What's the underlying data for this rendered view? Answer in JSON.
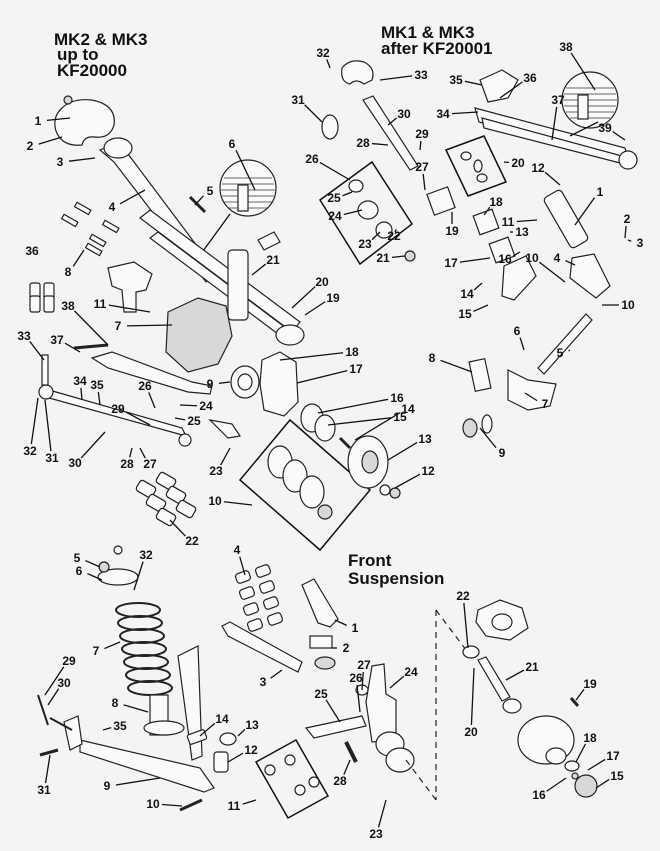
{
  "headings": {
    "rear_left": [
      "MK2 & MK3",
      "up to",
      "KF20000"
    ],
    "rear_right": [
      "MK1 & MK3",
      "after KF20001"
    ],
    "front": [
      "Front",
      "Suspension"
    ]
  },
  "sections": [
    {
      "id": "rear-mk2-mk3-up-to-kf20000",
      "labels": [
        "1",
        "2",
        "3",
        "4",
        "5",
        "6",
        "7",
        "8",
        "9",
        "10",
        "11",
        "12",
        "13",
        "14",
        "15",
        "16",
        "17",
        "18",
        "19",
        "20",
        "21",
        "22",
        "23",
        "24",
        "25",
        "26",
        "27",
        "28",
        "29",
        "30",
        "31",
        "32",
        "33",
        "34",
        "35",
        "36",
        "37",
        "38"
      ]
    },
    {
      "id": "rear-mk1-mk3-after-kf20001",
      "labels": [
        "1",
        "2",
        "3",
        "4",
        "5",
        "6",
        "7",
        "8",
        "9",
        "10",
        "10",
        "11",
        "12",
        "13",
        "14",
        "15",
        "16",
        "17",
        "18",
        "19",
        "20",
        "21",
        "22",
        "23",
        "24",
        "25",
        "26",
        "27",
        "28",
        "29",
        "30",
        "31",
        "32",
        "33",
        "34",
        "35",
        "36",
        "37",
        "38",
        "39"
      ]
    },
    {
      "id": "front-suspension",
      "labels": [
        "1",
        "2",
        "3",
        "4",
        "5",
        "6",
        "7",
        "8",
        "9",
        "10",
        "11",
        "12",
        "13",
        "14",
        "15",
        "16",
        "17",
        "18",
        "19",
        "20",
        "21",
        "22",
        "23",
        "24",
        "25",
        "26",
        "27",
        "28",
        "29",
        "30",
        "31",
        "32",
        "35"
      ]
    }
  ]
}
